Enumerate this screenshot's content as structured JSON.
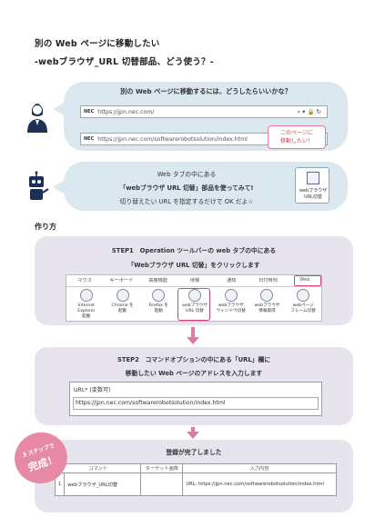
{
  "title_line1": "別の Web ページに移動したい",
  "title_line2": "-webブラウザ_URL 切替部品、どう使う？-",
  "question": {
    "text": "別の Web ページに移動するには、どうしたらいいかな？",
    "url1": "https://jpn.nec.com/",
    "url1_controls": "⌕▾🔒↻",
    "url2": "https://jpn.nec.com/softwarerobotsolution/index.html",
    "callout_line1": "このページに",
    "callout_line2": "移動したい！",
    "url_icon_text": "NEC"
  },
  "answer": {
    "line1": "Web タブの中にある",
    "line2": "「webブラウザ URL 切替」部品を使ってみて!",
    "line3": "切り替えたい URL を指定するだけで OK だよ☆",
    "icon_label1": "webブラウザ",
    "icon_label2": "URL切替"
  },
  "section_title": "作り方",
  "step1": {
    "line1": "STEP1　Operation ツールバーの web タブの中にある",
    "line2": "「Webブラウザ URL 切替」をクリックします",
    "tabs": [
      "マウス",
      "キーボード",
      "高度機能",
      "待機",
      "通知",
      "日付時刻",
      "Web"
    ],
    "items": [
      [
        "Internet",
        "Explorer",
        "起動"
      ],
      [
        "Chrome を",
        "起動"
      ],
      [
        "Firefox を",
        "起動"
      ],
      [
        "webブラウザ",
        "URL 切替"
      ],
      [
        "webブラウザ",
        "ウィンドウ切替"
      ],
      [
        "webブラウザ",
        "情報取得"
      ],
      [
        "webページ",
        "フレーム切替"
      ]
    ]
  },
  "step2": {
    "line1": "STEP2　コマンドオプションの中にある「URL」欄に",
    "line2": "移動したい Web ページのアドレスを入力します",
    "field_label": "URL* (変数可)",
    "field_value": "https://jpn.nec.com/softwarerobotsolution/index.html"
  },
  "step3": {
    "line1": "登録が完了しました",
    "badge_line1": "3 ステップで",
    "badge_line2": "完成！",
    "headers": [
      "コマンド",
      "ターゲット画像",
      "入力内容"
    ],
    "row": {
      "num": "1",
      "command": "webブラウザ_URL切替",
      "target": "",
      "input": "URL: https://jpn.nec.com/softwarerobotsolution/index.html"
    }
  },
  "colors": {
    "bubble_bg": "#dce8f0",
    "panel_bg": "#e8e4ee",
    "accent_pink": "#e07aa0",
    "highlight_border": "#d0457a",
    "icon_navy": "#1e2f55"
  }
}
